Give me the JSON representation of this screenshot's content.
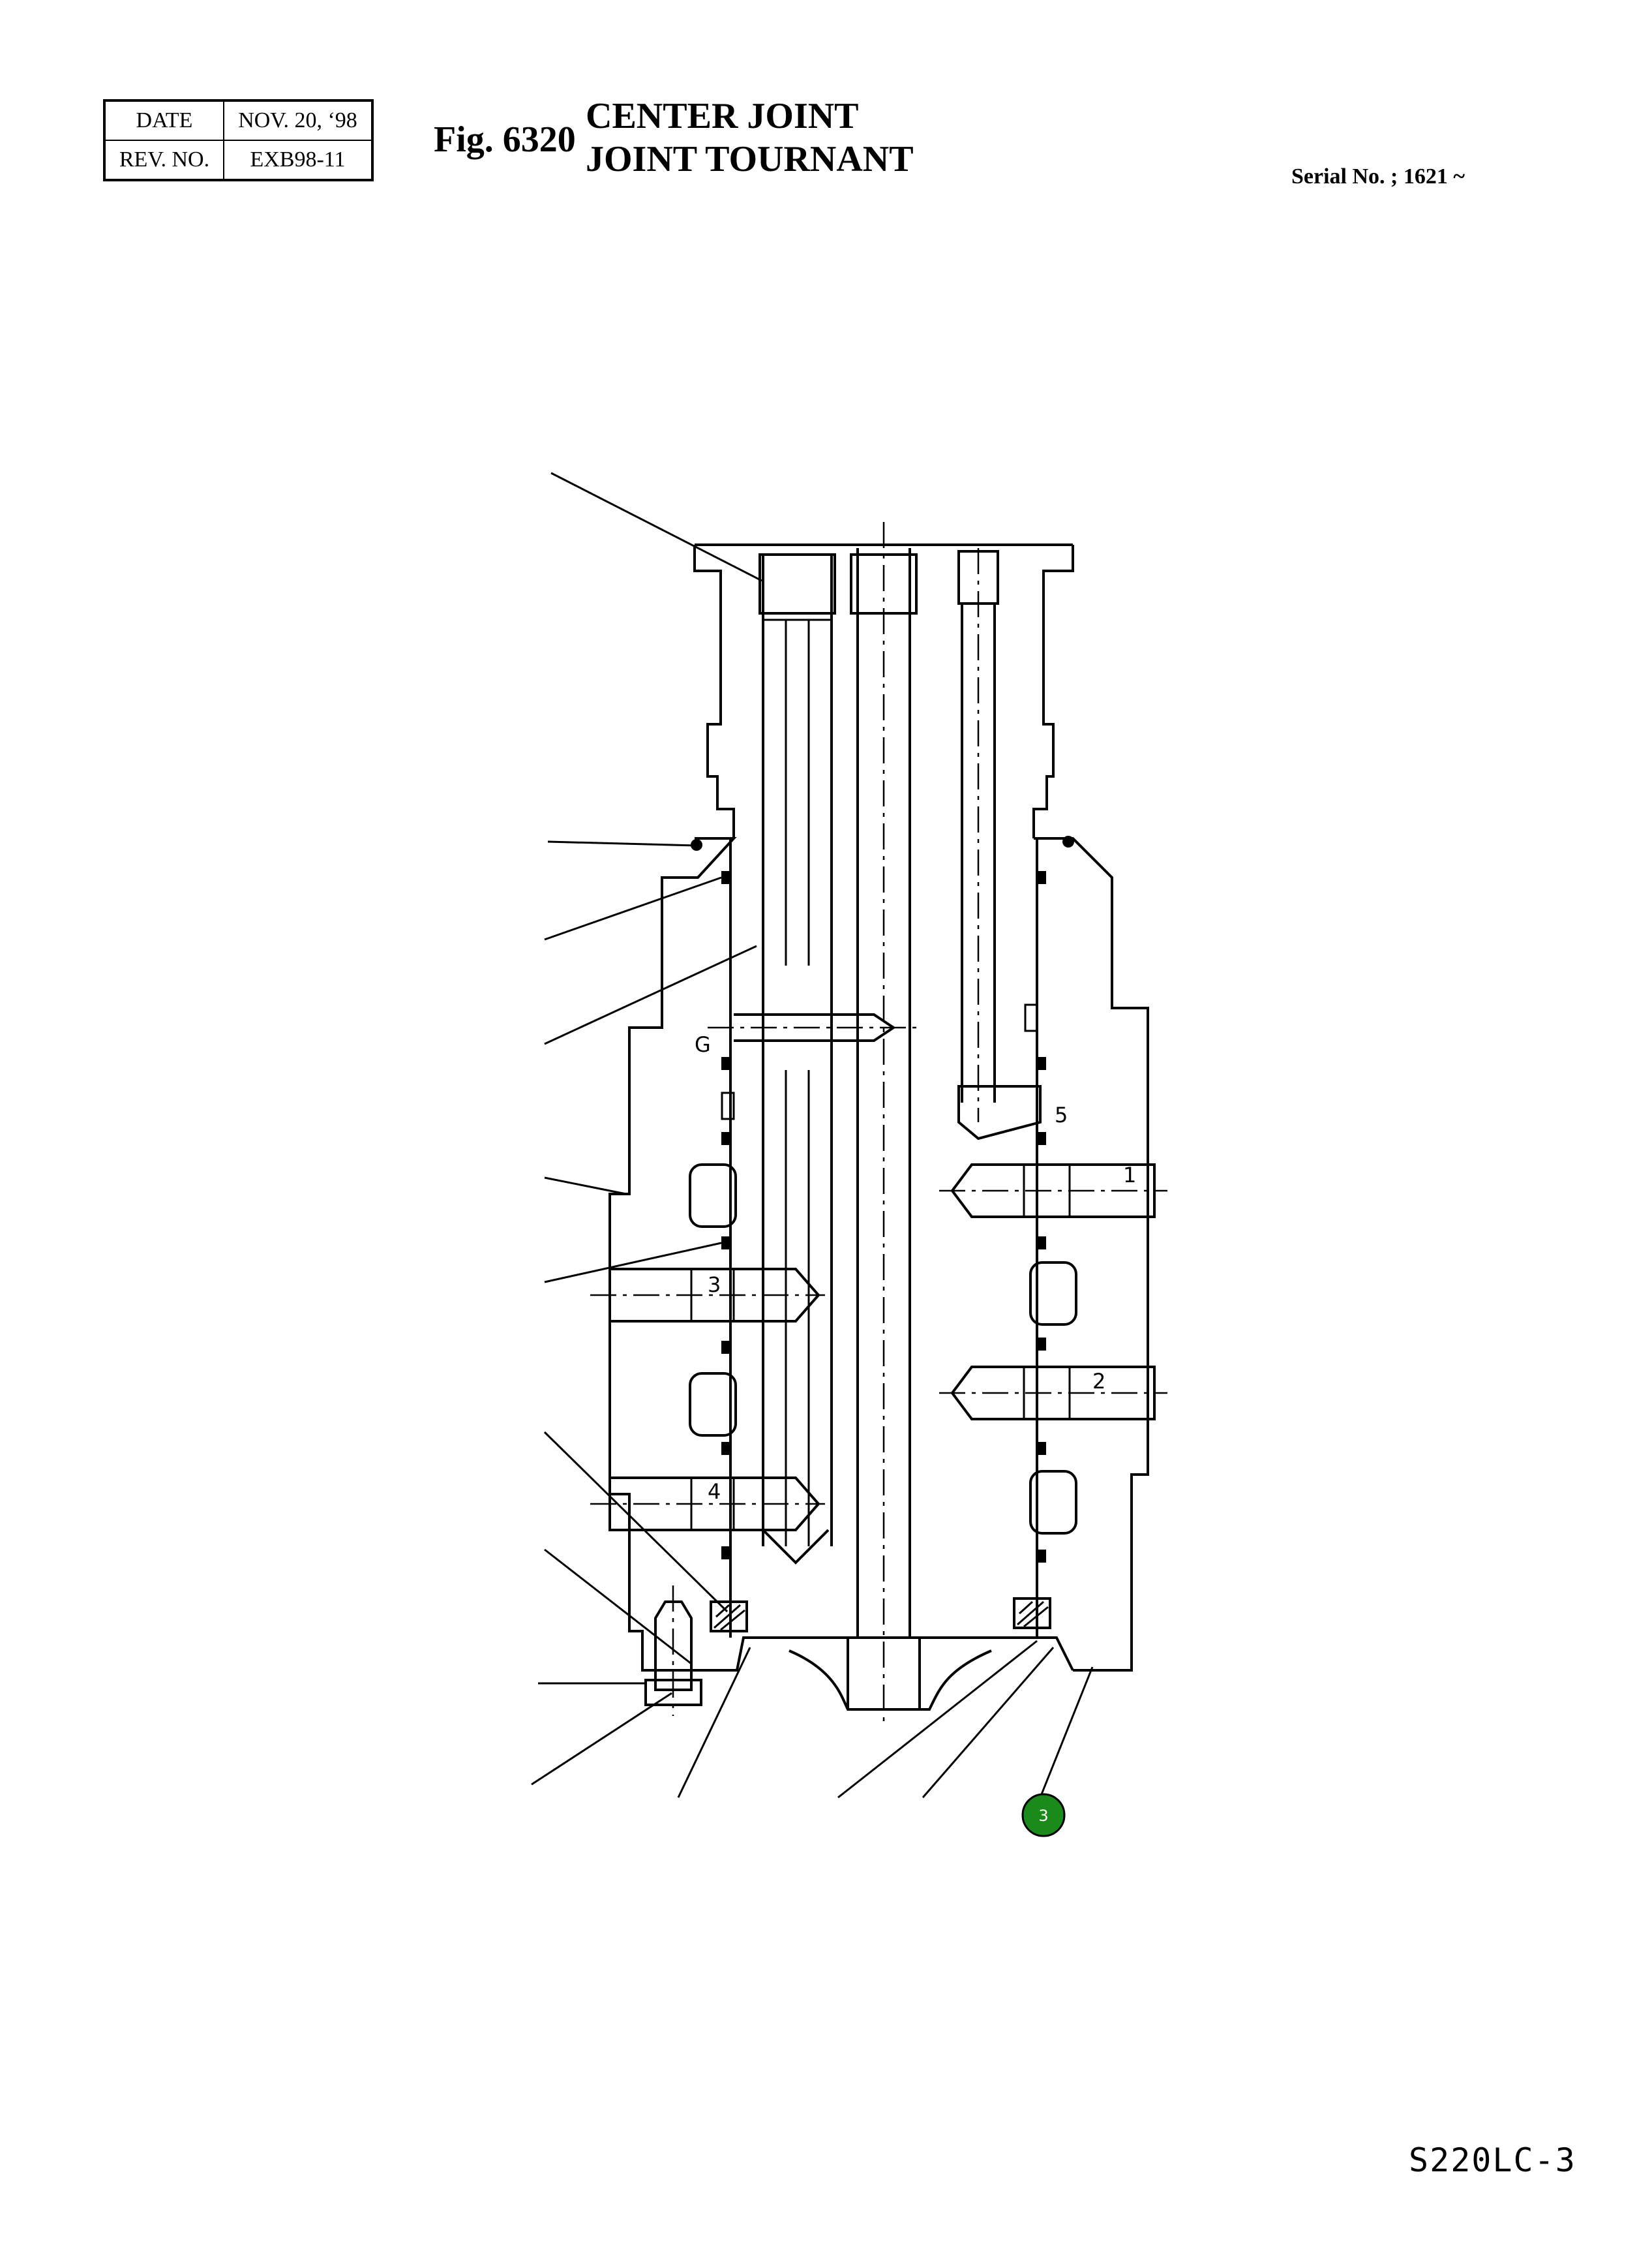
{
  "header": {
    "date_label": "DATE",
    "date_value": "NOV. 20, ‘98",
    "rev_label": "REV. NO.",
    "rev_value": "EXB98-11"
  },
  "figure": {
    "number": "Fig. 6320",
    "title_en": "CENTER JOINT",
    "title_fr": "JOINT TOURNANT",
    "serial": "Serial No. ; 1621 ~"
  },
  "drawing_labels": {
    "g": "G",
    "port_1": "1",
    "port_2": "2",
    "port_3": "3",
    "port_4": "4",
    "port_5": "5"
  },
  "hotspot": {
    "label": "3",
    "color": "#1a8a1a"
  },
  "footer": {
    "model": "S220LC-3"
  }
}
